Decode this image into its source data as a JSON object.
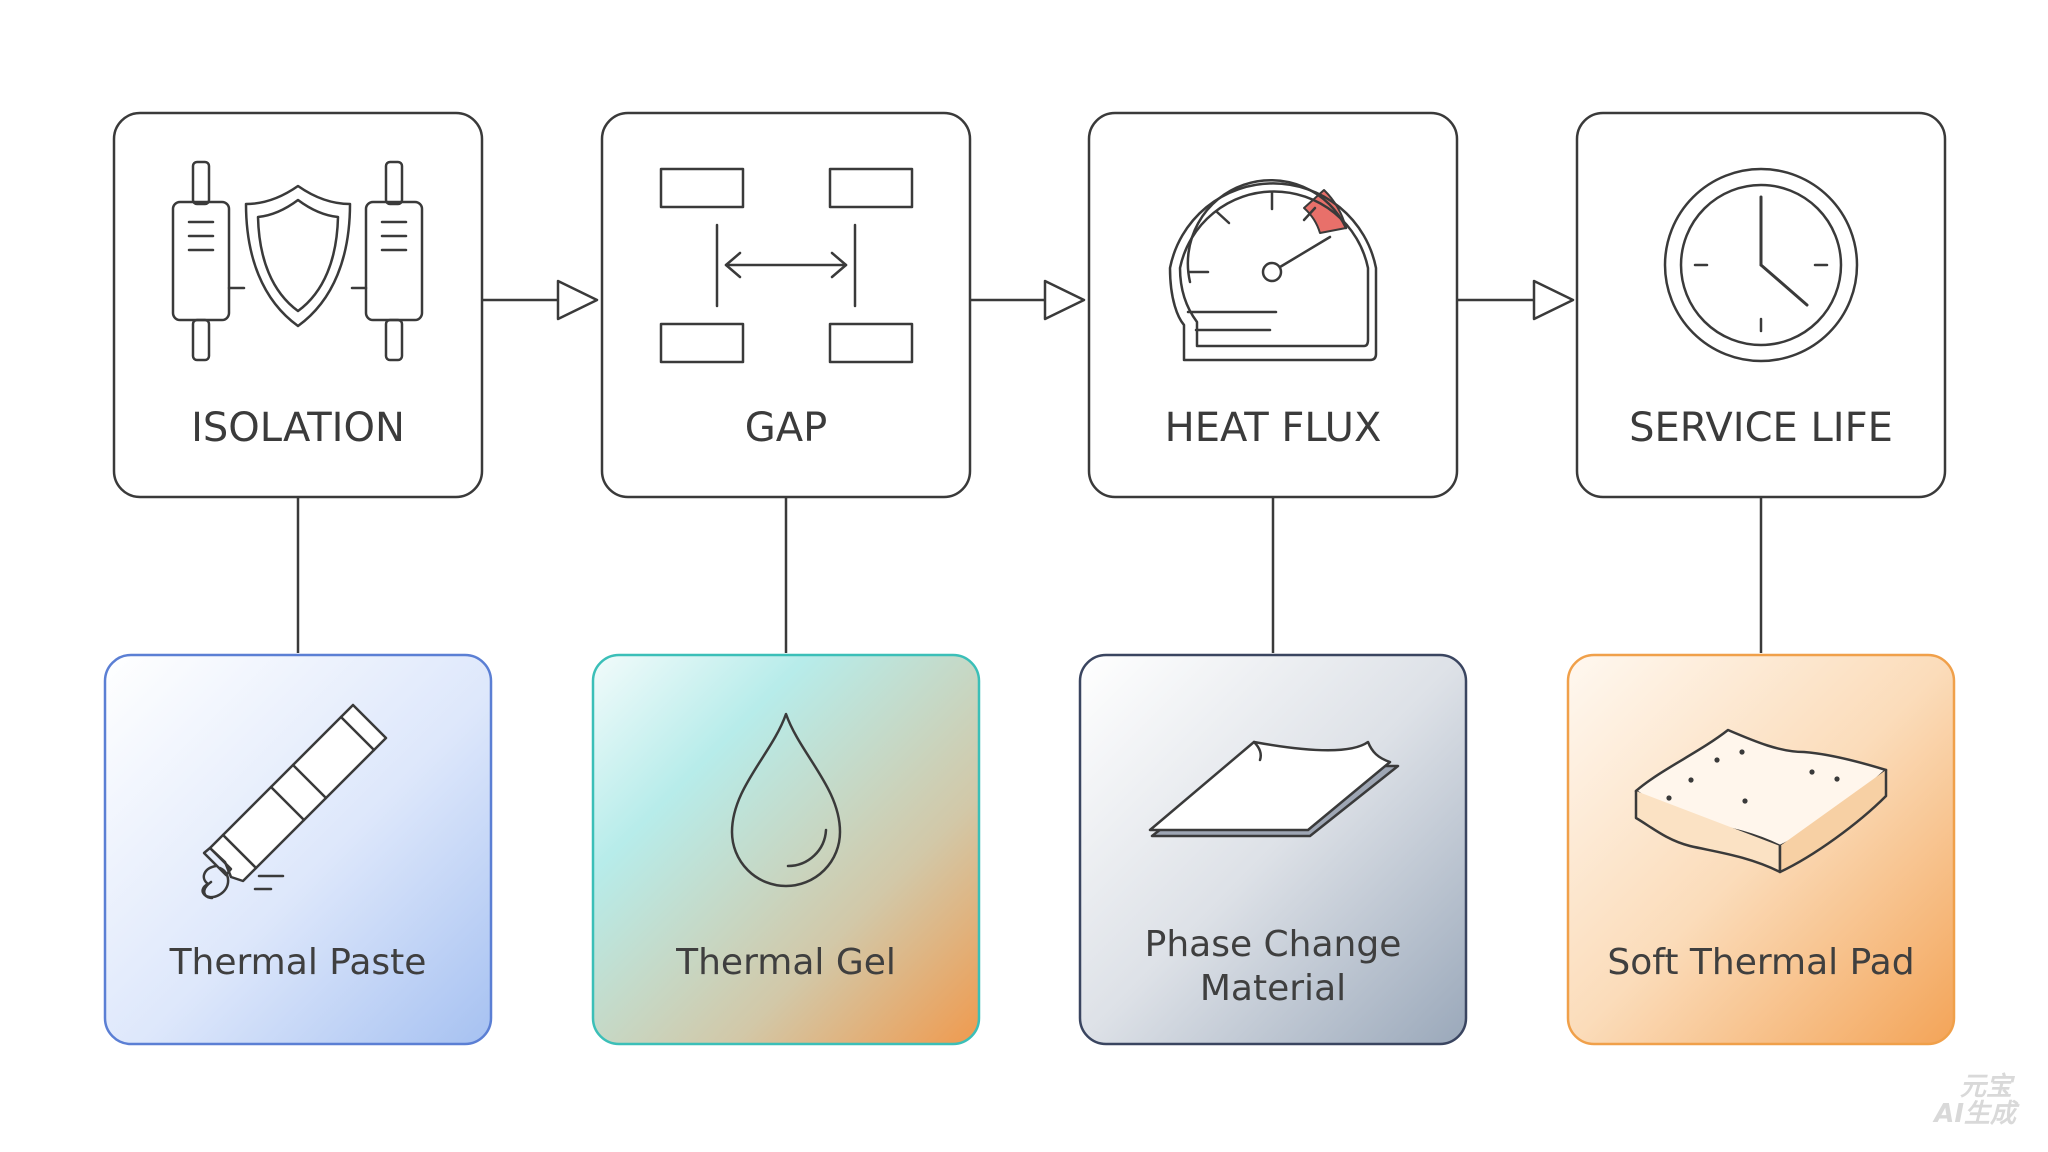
{
  "diagram": {
    "top_boxes": [
      {
        "label": "ISOLATION",
        "icon": "isolation-icon"
      },
      {
        "label": "GAP",
        "icon": "gap-icon"
      },
      {
        "label": "HEAT FLUX",
        "icon": "gauge-icon"
      },
      {
        "label": "SERVICE LIFE",
        "icon": "clock-icon"
      }
    ],
    "bottom_boxes": [
      {
        "label": "Thermal Paste",
        "icon": "paste-tube-icon",
        "accent": "#5b7fd4"
      },
      {
        "label": "Thermal Gel",
        "icon": "droplet-icon",
        "accent": "#3bbfb8"
      },
      {
        "label_line1": "Phase Change",
        "label_line2": "Material",
        "icon": "sheet-icon",
        "accent": "#3a4560"
      },
      {
        "label": "Soft Thermal Pad",
        "icon": "pad-icon",
        "accent": "#f0a04a"
      }
    ],
    "gauge_accent": "#e8706a"
  },
  "watermark": {
    "line1": "元宝",
    "line2": "AI生成"
  }
}
